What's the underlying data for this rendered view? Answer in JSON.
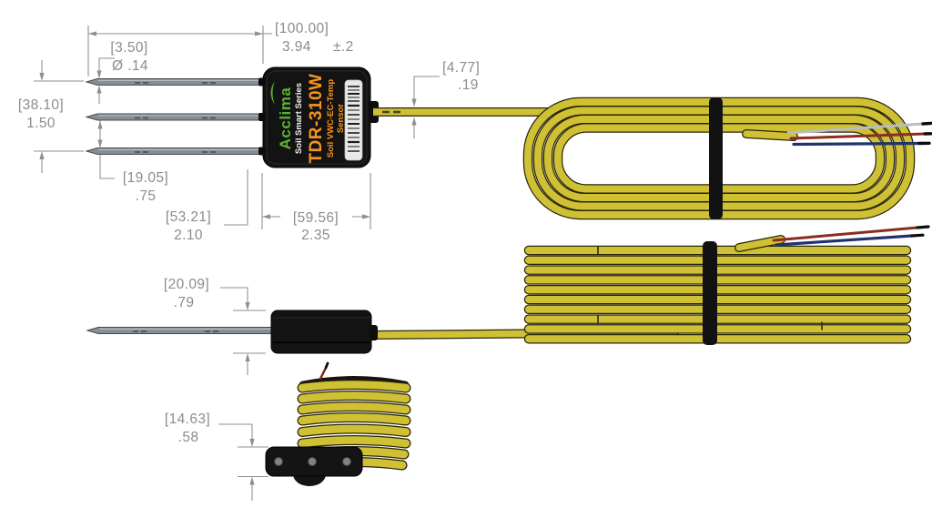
{
  "label": {
    "brand": "Acclima",
    "series": "Soil Smart Series",
    "model": "TDR-310W",
    "type": "Soil VWC-EC-Temp",
    "type2": "Sensor"
  },
  "dims": {
    "probe_length": {
      "mm": "[100.00]",
      "in": "3.94",
      "tol": "±.2"
    },
    "probe_diameter": {
      "mm": "[3.50]",
      "in": "Ø .14"
    },
    "probe_span": {
      "mm": "[38.10]",
      "in": "1.50"
    },
    "probe_spacing": {
      "mm": "[19.05]",
      "in": ".75"
    },
    "body_offset": {
      "mm": "[53.21]",
      "in": "2.10"
    },
    "body_width": {
      "mm": "[59.56]",
      "in": "2.35"
    },
    "cable_diameter": {
      "mm": "[4.77]",
      "in": ".19"
    },
    "body_height": {
      "mm": "[20.09]",
      "in": ".79"
    },
    "bracket_height": {
      "mm": "[14.63]",
      "in": ".58"
    }
  },
  "colors": {
    "cable_yellow": "#cfc133",
    "cable_outline": "#2a250d",
    "sensor_body": "#131313",
    "probe_gray": "#868d95",
    "dimension_gray": "#8c8c8c",
    "brand_green": "#5cb232",
    "brand_orange": "#f7941d",
    "wire_silver": "#b9bdc1",
    "wire_red": "#8c2d1f",
    "wire_blue": "#20336e"
  }
}
